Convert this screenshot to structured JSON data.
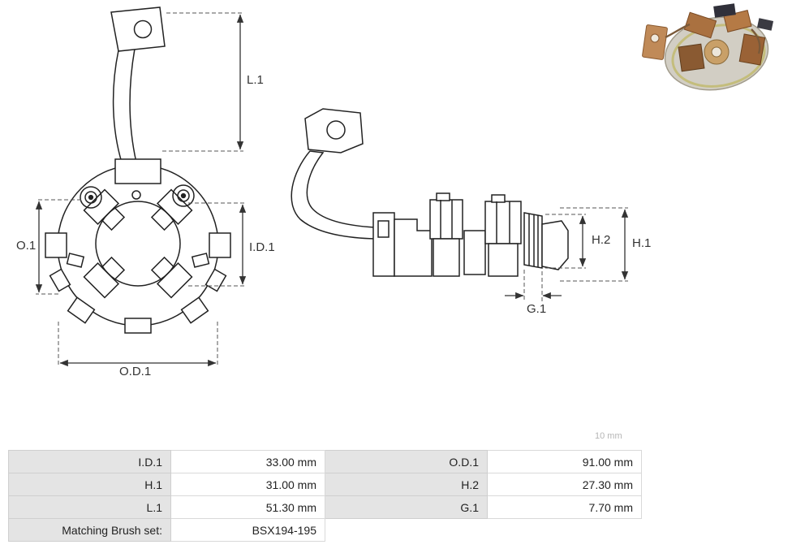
{
  "dimensions": {
    "l1": "L.1",
    "o1": "O.1",
    "id1": "I.D.1",
    "od1": "O.D.1",
    "h1": "H.1",
    "h2": "H.2",
    "g1": "G.1"
  },
  "watermark": "10 mm",
  "table": {
    "rows": [
      {
        "label1": "I.D.1",
        "value1": "33.00 mm",
        "label2": "O.D.1",
        "value2": "91.00 mm"
      },
      {
        "label1": "H.1",
        "value1": "31.00 mm",
        "label2": "H.2",
        "value2": "27.30 mm"
      },
      {
        "label1": "L.1",
        "value1": "51.30 mm",
        "label2": "G.1",
        "value2": "7.70 mm"
      },
      {
        "label1": "Matching Brush set:",
        "value1": "BSX194-195",
        "label2": "",
        "value2": ""
      }
    ]
  },
  "colors": {
    "line": "#222222",
    "dimension": "#333333",
    "label_cell": "#e4e4e4",
    "copper": "#b57a45"
  }
}
